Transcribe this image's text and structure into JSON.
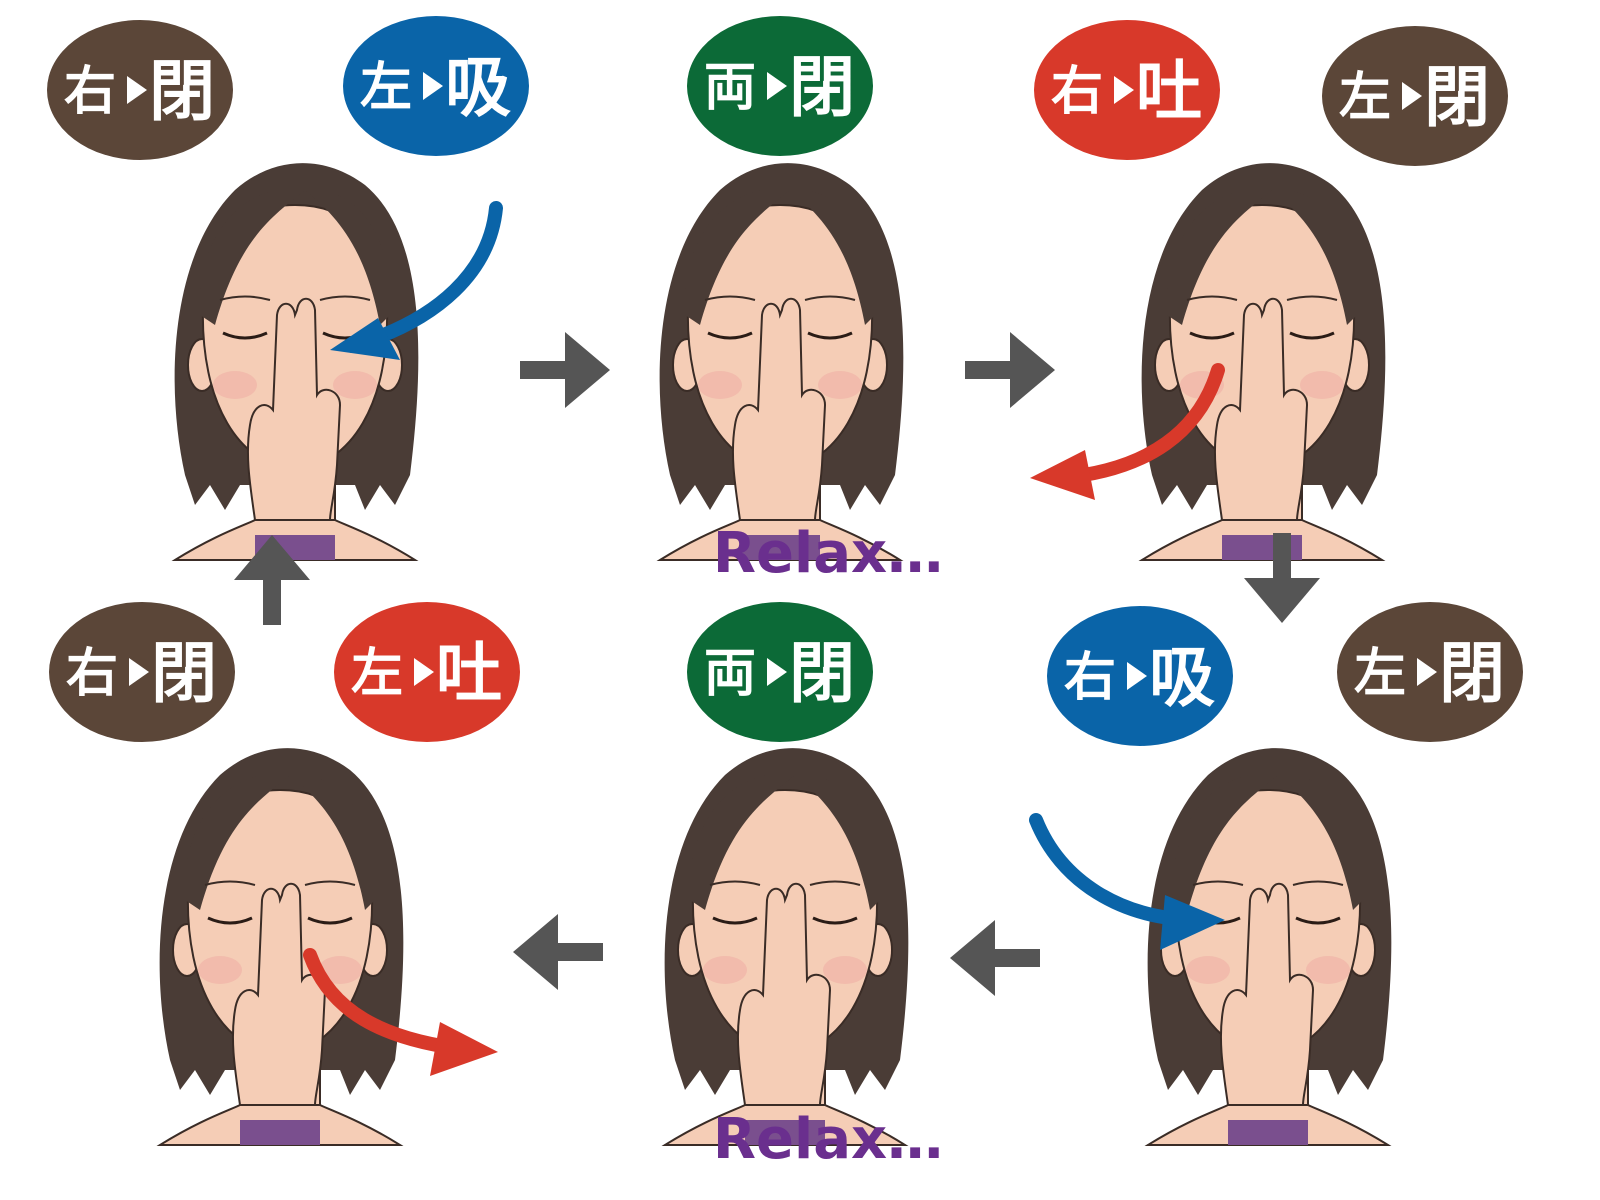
{
  "colors": {
    "brown": "#5b4638",
    "blue": "#0a64a8",
    "green": "#0c6a37",
    "red": "#d8392a",
    "gray_arrow": "#555555",
    "skin": "#f5cdb6",
    "hair": "#4a3c36",
    "collar": "#7a4f8e",
    "relax": "#6a2f8e"
  },
  "badges": [
    {
      "id": "r1-a",
      "color": "brown",
      "side": "右",
      "action": "閉"
    },
    {
      "id": "r1-b",
      "color": "blue",
      "side": "左",
      "action": "吸"
    },
    {
      "id": "r1-c",
      "color": "green",
      "side": "両",
      "action": "閉"
    },
    {
      "id": "r1-d",
      "color": "red",
      "side": "右",
      "action": "吐"
    },
    {
      "id": "r1-e",
      "color": "brown",
      "side": "左",
      "action": "閉"
    },
    {
      "id": "r2-a",
      "color": "brown",
      "side": "右",
      "action": "閉"
    },
    {
      "id": "r2-b",
      "color": "red",
      "side": "左",
      "action": "吐"
    },
    {
      "id": "r2-c",
      "color": "green",
      "side": "両",
      "action": "閉"
    },
    {
      "id": "r2-d",
      "color": "blue",
      "side": "右",
      "action": "吸"
    },
    {
      "id": "r2-e",
      "color": "brown",
      "side": "左",
      "action": "閉"
    }
  ],
  "relax_labels": [
    "Relax…",
    "Relax…"
  ],
  "faces": [
    {
      "id": "face-1",
      "breath": "inhale-left"
    },
    {
      "id": "face-2",
      "breath": "hold"
    },
    {
      "id": "face-3",
      "breath": "exhale-right"
    },
    {
      "id": "face-4",
      "breath": "inhale-right"
    },
    {
      "id": "face-5",
      "breath": "hold"
    },
    {
      "id": "face-6",
      "breath": "exhale-left"
    }
  ],
  "flow_arrows": [
    "right",
    "right",
    "down",
    "left",
    "left",
    "up"
  ]
}
